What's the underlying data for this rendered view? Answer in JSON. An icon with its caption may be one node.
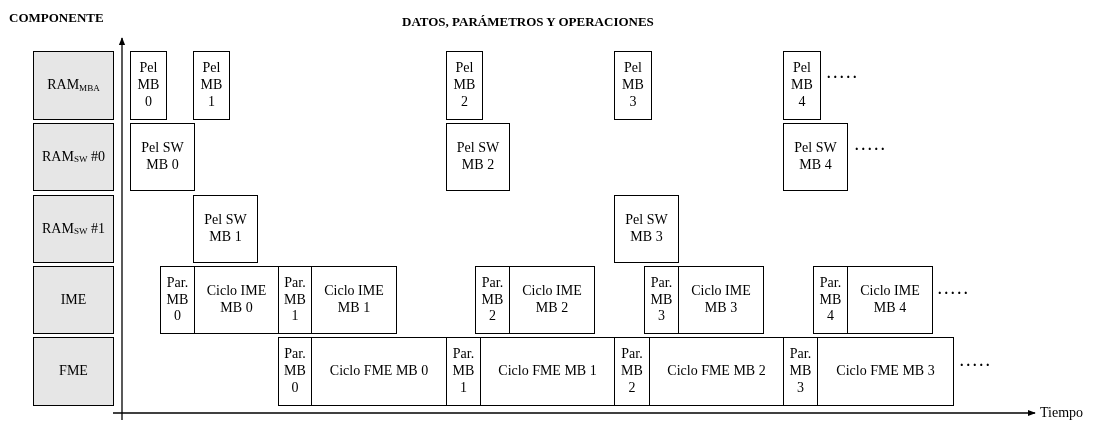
{
  "diagram": {
    "nodes": [
      {
        "text": [
          "RAM$_{MBA}$"
        ]
      },
      {
        "text": [
          "RAM$_{SW}$ #0"
        ]
      },
      {
        "text": [
          "RAM$_{SW}$ #1"
        ]
      },
      {
        "text": [
          "IME"
        ]
      },
      {
        "text": [
          "FME"
        ]
      },
      {
        "text": [
          "Pel MB 0"
        ]
      },
      {
        "text": [
          "Pel MB 1"
        ]
      },
      {
        "text": [
          "Pel MB 2"
        ]
      },
      {
        "text": [
          "Pel MB 3"
        ]
      },
      {
        "text": [
          "Pel MB 4"
        ]
      },
      {
        "text": [
          "Pel SW MB 0"
        ]
      },
      {
        "text": [
          "Pel SW MB 2"
        ]
      },
      {
        "text": [
          "Pel SW MB 4"
        ]
      },
      {
        "text": [
          "Pel SW MB 1"
        ]
      },
      {
        "text": [
          "Pel SW MB 3"
        ]
      },
      {
        "text": [
          "Par. MB 0"
        ]
      },
      {
        "text": [
          "Ciclo IME MB 0"
        ]
      },
      {
        "text": [
          "Par. MB 1"
        ]
      },
      {
        "text": [
          "Ciclo IME MB 1"
        ]
      },
      {
        "text": [
          "Par. MB 2"
        ]
      },
      {
        "text": [
          "Ciclo IME MB 2"
        ]
      },
      {
        "text": [
          "Par. MB 3"
        ]
      },
      {
        "text": [
          "Ciclo IME MB 3"
        ]
      },
      {
        "text": [
          "Par. MB 4"
        ]
      },
      {
        "text": [
          "Ciclo IME MB 4"
        ]
      },
      {
        "text": [
          "Par. MB 0"
        ]
      },
      {
        "text": [
          "Ciclo FME MB 0"
        ]
      },
      {
        "text": [
          "Par. MB 1"
        ]
      },
      {
        "text": [
          "Ciclo FME MB 1"
        ]
      },
      {
        "text": [
          "Par. MB 2"
        ]
      },
      {
        "text": [
          "Ciclo FME MB 2"
        ]
      },
      {
        "text": [
          "Par. MB 3"
        ]
      },
      {
        "text": [
          "Ciclo FME MB 3"
        ]
      }
    ],
    "labels": [
      "COMPONENTE",
      "DATOS, PARÁMETROS Y OPERACIONES",
      ".....",
      ".....",
      ".....",
      ".....",
      "Tiempo"
    ]
  }
}
